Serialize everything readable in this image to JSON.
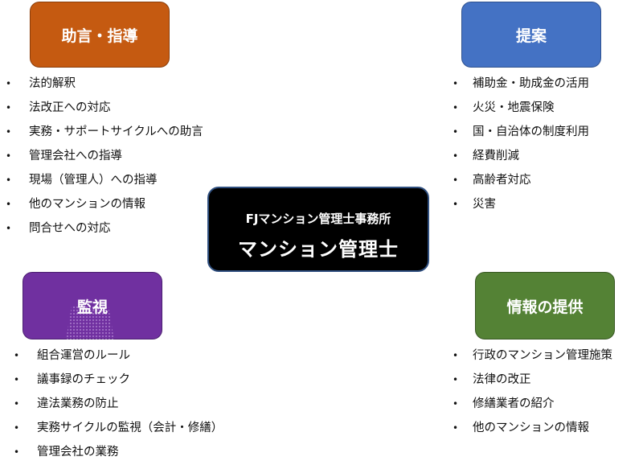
{
  "center": {
    "subtitle": "FJマンション管理士事務所",
    "title": "マンション管理士"
  },
  "boxes": {
    "advice": {
      "label": "助言・指導",
      "color": "#C55A11"
    },
    "proposal": {
      "label": "提案",
      "color": "#4472C4"
    },
    "monitoring": {
      "label": "監視",
      "color": "#7030A0"
    },
    "info": {
      "label": "情報の提供",
      "color": "#548235"
    }
  },
  "lists": {
    "advice": [
      "法的解釈",
      "法改正への対応",
      "実務・サポートサイクルへの助言",
      "管理会社への指導",
      "現場（管理人）への指導",
      "他のマンションの情報",
      "問合せへの対応"
    ],
    "proposal": [
      "補助金・助成金の活用",
      "火災・地震保険",
      "国・自治体の制度利用",
      "経費削減",
      "高齢者対応",
      "災害"
    ],
    "monitoring": [
      "組合運営のルール",
      "議事録のチェック",
      "違法業務の防止",
      "実務サイクルの監視（会計・修繕）",
      "管理会社の業務"
    ],
    "info": [
      "行政のマンション管理施策",
      "法律の改正",
      "修繕業者の紹介",
      "他のマンションの情報"
    ]
  },
  "bullet_symbol": "•"
}
